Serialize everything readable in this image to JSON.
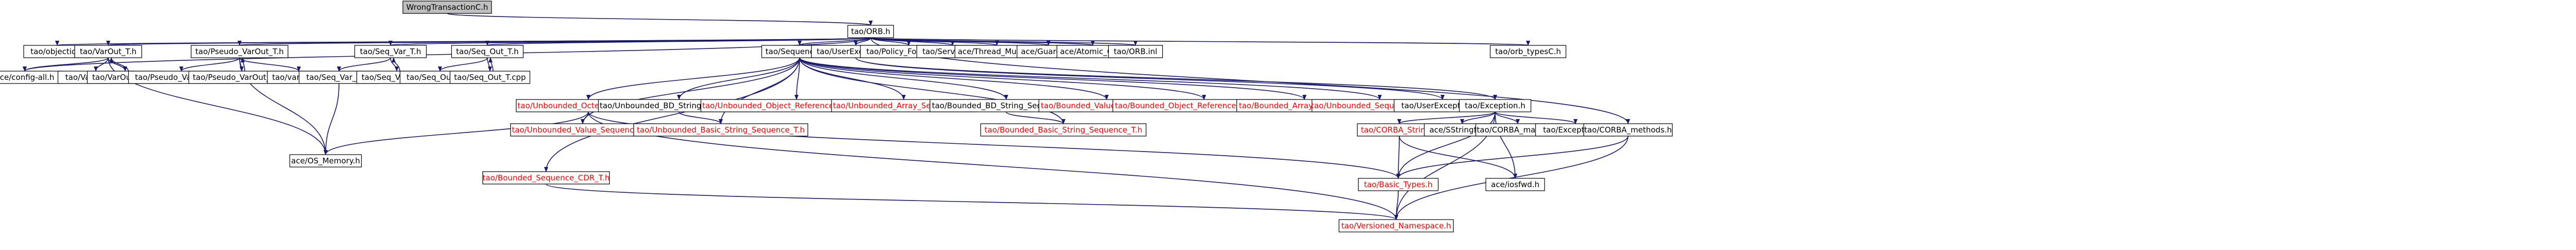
{
  "diagram": {
    "type": "include-dependency-graph",
    "colors": {
      "edge": "#191970",
      "node_stroke": "#000000",
      "node_fill": "#ffffff",
      "root_fill": "#bfbfbf",
      "text": "#000000",
      "red_text": "#ff0000"
    },
    "nodes": [
      {
        "id": "wt",
        "label": "WrongTransactionC.h",
        "root": true
      },
      {
        "id": "corba",
        "label": "tao/ORB.h"
      },
      {
        "id": "cfg",
        "label": "ace/config-all.h"
      },
      {
        "id": "objid",
        "label": "tao/objectid.h"
      },
      {
        "id": "varout",
        "label": "tao/VarOut_T.h"
      },
      {
        "id": "varout_inl",
        "label": "tao/VarOut_T.inl"
      },
      {
        "id": "varout_cpp",
        "label": "tao/VarOut_T.cpp"
      },
      {
        "id": "pvar",
        "label": "tao/Pseudo_VarOut_T.h"
      },
      {
        "id": "pvar_inl",
        "label": "tao/Pseudo_VarOut_T.inl"
      },
      {
        "id": "pvar_cpp",
        "label": "tao/Pseudo_VarOut_T.cpp"
      },
      {
        "id": "varbase",
        "label": "tao/varbase.h"
      },
      {
        "id": "seqvar",
        "label": "tao/Seq_Var_T.h"
      },
      {
        "id": "seqvar_inl",
        "label": "tao/Seq_Var_T.inl"
      },
      {
        "id": "seqvar_cpp",
        "label": "tao/Seq_Var_T.cpp"
      },
      {
        "id": "seqout",
        "label": "tao/Seq_Out_T.h"
      },
      {
        "id": "seqout_inl",
        "label": "tao/Seq_Out_T.inl"
      },
      {
        "id": "seqout_cpp",
        "label": "tao/Seq_Out_T.cpp"
      },
      {
        "id": "osmem",
        "label": "ace/OS_Memory.h"
      },
      {
        "id": "seq",
        "label": "tao/Sequence_T.h"
      },
      {
        "id": "userexc",
        "label": "tao/UserException.h"
      },
      {
        "id": "policy",
        "label": "tao/Policy_ForwardC.h"
      },
      {
        "id": "svcs",
        "label": "tao/ServicesC.h"
      },
      {
        "id": "mutex",
        "label": "ace/Thread_Mutex.h"
      },
      {
        "id": "guard",
        "label": "ace/Guard_T.h"
      },
      {
        "id": "atomic",
        "label": "ace/Atomic_Op.h"
      },
      {
        "id": "orbinl",
        "label": "tao/ORB.inl"
      },
      {
        "id": "orbtypes",
        "label": "tao/orb_typesC.h"
      },
      {
        "id": "uoct",
        "label": "tao/Unbounded_Octet_Sequence_T.h",
        "red": true
      },
      {
        "id": "ubd",
        "label": "tao/Unbounded_BD_String_Sequence_T.h"
      },
      {
        "id": "uobj",
        "label": "tao/Unbounded_Object_Reference_Sequence_T.h",
        "red": true
      },
      {
        "id": "uarr",
        "label": "tao/Unbounded_Array_Sequence_T.h",
        "red": true
      },
      {
        "id": "bbd",
        "label": "tao/Bounded_BD_String_Sequence_T.h"
      },
      {
        "id": "bval",
        "label": "tao/Bounded_Value_Sequence_T.h",
        "red": true
      },
      {
        "id": "bobj",
        "label": "tao/Bounded_Object_Reference_Sequence_T.h",
        "red": true
      },
      {
        "id": "barr",
        "label": "tao/Bounded_Array_Sequence_T.h",
        "red": true
      },
      {
        "id": "ucdr",
        "label": "tao/Unbounded_Sequence_CDR_T.h",
        "red": true
      },
      {
        "id": "userexcinl",
        "label": "tao/UserException.inl"
      },
      {
        "id": "exc",
        "label": "tao/Exception.h"
      },
      {
        "id": "uval",
        "label": "tao/Unbounded_Value_Sequence_T.h",
        "red": true
      },
      {
        "id": "ubstr",
        "label": "tao/Unbounded_Basic_String_Sequence_T.h",
        "red": true
      },
      {
        "id": "bbstr",
        "label": "tao/Bounded_Basic_String_Sequence_T.h",
        "red": true
      },
      {
        "id": "cstring",
        "label": "tao/CORBA_String.h",
        "red": true
      },
      {
        "id": "sstr",
        "label": "ace/SStringfwd.h"
      },
      {
        "id": "cmacros",
        "label": "tao/CORBA_macros.h"
      },
      {
        "id": "excinl",
        "label": "tao/Exception.inl"
      },
      {
        "id": "cmethods",
        "label": "tao/CORBA_methods.h"
      },
      {
        "id": "bcdr",
        "label": "tao/Bounded_Sequence_CDR_T.h",
        "red": true
      },
      {
        "id": "btypes",
        "label": "tao/Basic_Types.h",
        "red": true
      },
      {
        "id": "iosfwd",
        "label": "ace/iosfwd.h"
      },
      {
        "id": "versioned",
        "label": "tao/Versioned_Namespace.h",
        "red": true
      }
    ],
    "edges": [
      [
        "wt",
        "corba"
      ],
      [
        "corba",
        "cfg"
      ],
      [
        "corba",
        "objid"
      ],
      [
        "corba",
        "varout"
      ],
      [
        "corba",
        "pvar"
      ],
      [
        "corba",
        "seqvar"
      ],
      [
        "corba",
        "seqout"
      ],
      [
        "corba",
        "seq"
      ],
      [
        "corba",
        "userexc"
      ],
      [
        "corba",
        "policy"
      ],
      [
        "corba",
        "svcs"
      ],
      [
        "corba",
        "mutex"
      ],
      [
        "corba",
        "guard"
      ],
      [
        "corba",
        "atomic"
      ],
      [
        "corba",
        "orbinl"
      ],
      [
        "corba",
        "orbtypes"
      ],
      [
        "corba",
        "cmethods"
      ],
      [
        "varout",
        "cfg"
      ],
      [
        "varout",
        "varout_inl"
      ],
      [
        "varout",
        "varout_cpp"
      ],
      [
        "varout",
        "osmem"
      ],
      [
        "varout_cpp",
        "varout"
      ],
      [
        "pvar",
        "pvar_inl"
      ],
      [
        "pvar",
        "pvar_cpp"
      ],
      [
        "pvar",
        "varbase"
      ],
      [
        "pvar_cpp",
        "pvar"
      ],
      [
        "pvar",
        "osmem"
      ],
      [
        "seqvar",
        "seqvar_inl"
      ],
      [
        "seqvar",
        "seqvar_cpp"
      ],
      [
        "seqvar_cpp",
        "seqvar"
      ],
      [
        "seqvar_inl",
        "osmem"
      ],
      [
        "seqout",
        "seqout_inl"
      ],
      [
        "seqout",
        "seqout_cpp"
      ],
      [
        "seqout_cpp",
        "seqout"
      ],
      [
        "seq",
        "uoct"
      ],
      [
        "seq",
        "ubd"
      ],
      [
        "seq",
        "uobj"
      ],
      [
        "seq",
        "uarr"
      ],
      [
        "seq",
        "bbd"
      ],
      [
        "seq",
        "bval"
      ],
      [
        "seq",
        "bobj"
      ],
      [
        "seq",
        "barr"
      ],
      [
        "seq",
        "ucdr"
      ],
      [
        "seq",
        "uval"
      ],
      [
        "seq",
        "ubstr"
      ],
      [
        "seq",
        "bcdr"
      ],
      [
        "seq",
        "bbstr"
      ],
      [
        "userexc",
        "userexcinl"
      ],
      [
        "userexc",
        "exc"
      ],
      [
        "uoct",
        "uval"
      ],
      [
        "uoct",
        "osmem"
      ],
      [
        "uoct",
        "btypes"
      ],
      [
        "uoct",
        "versioned"
      ],
      [
        "ubd",
        "ubstr"
      ],
      [
        "bbd",
        "bbstr"
      ],
      [
        "exc",
        "cstring"
      ],
      [
        "exc",
        "sstr"
      ],
      [
        "exc",
        "cmacros"
      ],
      [
        "exc",
        "excinl"
      ],
      [
        "exc",
        "btypes"
      ],
      [
        "exc",
        "versioned"
      ],
      [
        "exc",
        "iosfwd"
      ],
      [
        "cstring",
        "btypes"
      ],
      [
        "cstring",
        "iosfwd"
      ],
      [
        "cmethods",
        "btypes"
      ],
      [
        "cmethods",
        "versioned"
      ],
      [
        "bcdr",
        "versioned"
      ],
      [
        "btypes",
        "versioned"
      ]
    ]
  }
}
